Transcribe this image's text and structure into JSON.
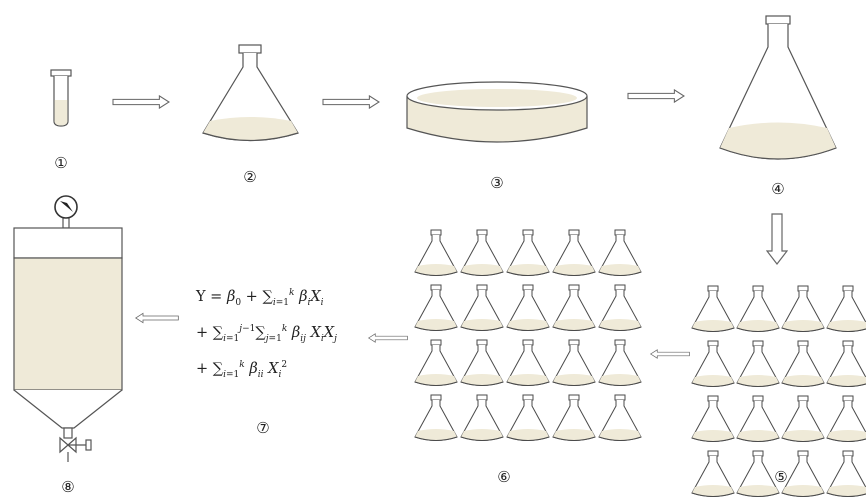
{
  "steps": [
    {
      "id": "1",
      "label": "①"
    },
    {
      "id": "2",
      "label": "②"
    },
    {
      "id": "3",
      "label": "③"
    },
    {
      "id": "4",
      "label": "④"
    },
    {
      "id": "5",
      "label": "⑤"
    },
    {
      "id": "6",
      "label": "⑥"
    },
    {
      "id": "7",
      "label": "⑦"
    },
    {
      "id": "8",
      "label": "⑧"
    }
  ],
  "equation": {
    "line1_prefix": "Y = ",
    "line2_prefix": "+ ",
    "line3_prefix": "+ "
  },
  "grids": {
    "step5": {
      "rows": 4,
      "cols": 4
    },
    "step6": {
      "rows": 4,
      "cols": 5
    }
  },
  "colors": {
    "stroke": "#4a4a4a",
    "medium": "#efead8",
    "arrow": "#666666"
  },
  "icons": [
    "test-tube-icon",
    "erlenmeyer-flask-icon",
    "petri-dish-icon",
    "arrow-right-icon",
    "arrow-down-icon",
    "arrow-left-icon",
    "fermenter-tank-icon",
    "pressure-gauge-icon",
    "valve-icon"
  ]
}
